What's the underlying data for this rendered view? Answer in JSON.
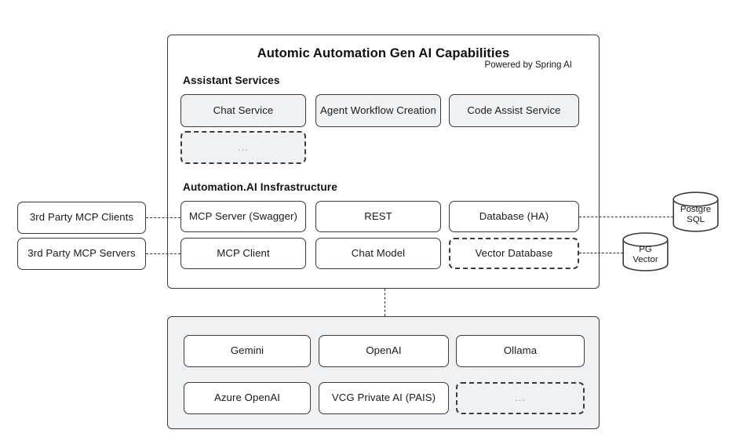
{
  "diagram": {
    "title": "Automic Automation Gen AI Capabilities",
    "subtitle": "Powered by Spring AI",
    "sections": {
      "assistant": {
        "heading": "Assistant Services"
      },
      "infrastructure": {
        "heading": "Automation.AI Insfrastructure"
      }
    }
  },
  "assistant_services": [
    {
      "label": "Chat Service",
      "style": "filled"
    },
    {
      "label": "Agent Workflow Creation",
      "style": "filled"
    },
    {
      "label": "Code Assist Service",
      "style": "filled"
    },
    {
      "label": "...",
      "style": "filled-dashed"
    }
  ],
  "infrastructure": [
    {
      "label": "MCP Server (Swagger)",
      "style": "plain"
    },
    {
      "label": "REST",
      "style": "plain"
    },
    {
      "label": "Database (HA)",
      "style": "plain"
    },
    {
      "label": "MCP Client",
      "style": "plain"
    },
    {
      "label": "Chat Model",
      "style": "plain"
    },
    {
      "label": "Vector Database",
      "style": "dashed"
    }
  ],
  "external_left": [
    {
      "label": "3rd Party MCP Clients"
    },
    {
      "label": "3rd Party MCP Servers"
    }
  ],
  "datastores": [
    {
      "line1": "Postgre",
      "line2": "SQL"
    },
    {
      "line1": "PG",
      "line2": "Vector"
    }
  ],
  "providers": [
    {
      "label": "Gemini",
      "style": "plain"
    },
    {
      "label": "OpenAI",
      "style": "plain"
    },
    {
      "label": "Ollama",
      "style": "plain"
    },
    {
      "label": "Azure OpenAI",
      "style": "plain"
    },
    {
      "label": "VCG Private AI (PAIS)",
      "style": "plain"
    },
    {
      "label": "...",
      "style": "dashed"
    }
  ],
  "colors": {
    "stroke": "#3b3b3b",
    "panel_fill": "#f0f1f3",
    "box_fill": "#ffffff",
    "background": "#ffffff"
  }
}
